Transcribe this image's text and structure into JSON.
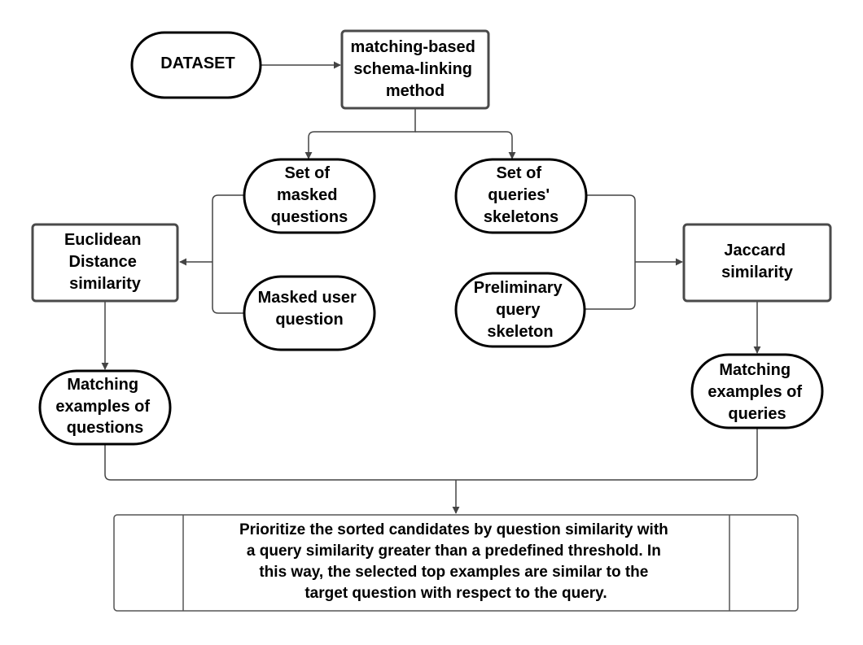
{
  "nodes": {
    "dataset": {
      "lines": [
        "DATASET"
      ]
    },
    "schema_linking": {
      "lines": [
        "matching-based",
        "schema-linking",
        "method"
      ]
    },
    "masked_questions": {
      "lines": [
        "Set of",
        "masked",
        "questions"
      ]
    },
    "queries_skeletons": {
      "lines": [
        "Set of",
        "queries'",
        "skeletons"
      ]
    },
    "masked_user_question": {
      "lines": [
        "Masked user",
        "question"
      ]
    },
    "preliminary_skeleton": {
      "lines": [
        "Preliminary",
        "query",
        "skeleton"
      ]
    },
    "euclidean": {
      "lines": [
        "Euclidean",
        "Distance",
        "similarity"
      ]
    },
    "jaccard": {
      "lines": [
        "Jaccard",
        "similarity"
      ]
    },
    "matching_questions": {
      "lines": [
        "Matching",
        "examples of",
        "questions"
      ]
    },
    "matching_queries": {
      "lines": [
        "Matching",
        "examples of",
        "queries"
      ]
    },
    "prioritize": {
      "lines": [
        "Prioritize the sorted candidates by question similarity with",
        "a query similarity greater than a predefined threshold. In",
        "this way, the selected top examples are similar to the",
        "target question with respect to the query."
      ]
    }
  },
  "colors": {
    "stroke": "#000000",
    "connector": "#444444",
    "box_border": "#4a4a4a",
    "process_border": "#555555"
  }
}
